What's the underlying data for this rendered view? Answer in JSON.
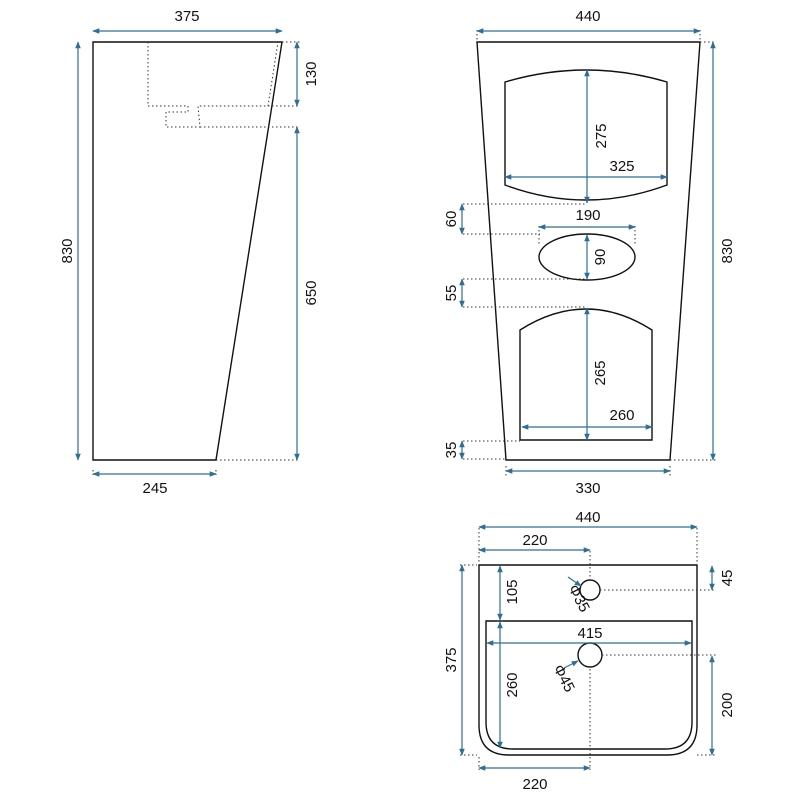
{
  "colors": {
    "dimension": "#2f6f95",
    "outline": "#111111",
    "background": "#ffffff"
  },
  "side_view": {
    "top_width": "375",
    "height": "830",
    "basin_depth": "130",
    "pedestal_height": "650",
    "base_depth": "245"
  },
  "front_view": {
    "top_width": "440",
    "height": "830",
    "upper_opening_height": "275",
    "upper_opening_width": "325",
    "gap_upper": "60",
    "oval_width": "190",
    "oval_height": "90",
    "gap_lower": "55",
    "lower_opening_height": "265",
    "lower_opening_width": "260",
    "bottom_offset": "35",
    "base_width": "330"
  },
  "top_view": {
    "width": "440",
    "tap_offset_x": "220",
    "depth": "375",
    "tap_offset_y": "105",
    "tap_hole": "Φ35",
    "tap_offset_edge": "45",
    "bowl_width": "415",
    "drain_hole": "Φ45",
    "bowl_depth": "260",
    "drain_offset_y": "200",
    "drain_offset_x": "220"
  }
}
